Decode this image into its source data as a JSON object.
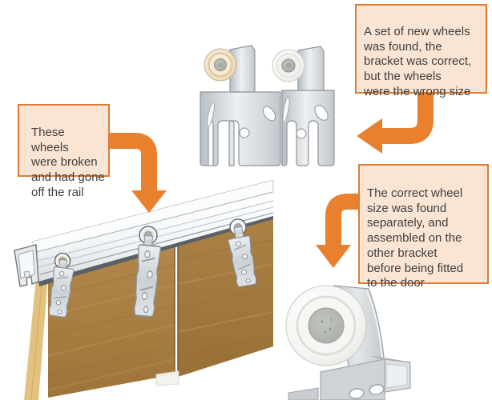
{
  "callouts": {
    "broken_wheels": {
      "text": "These wheels\nwere broken\nand had gone\noff the rail"
    },
    "wrong_size_wheels": {
      "text": "A set of new wheels\nwas found, the\nbracket was correct,\nbut the wheels\nwere the wrong size"
    },
    "correct_wheel": {
      "text": "The correct wheel\nsize was found\nseparately, and\nassembled on the\nother bracket\nbefore being fitted\nto the door"
    }
  },
  "illustrations": {
    "bracket_pair": "two roller brackets with new wheels",
    "rail_doors": "sliding rail with hangers fitted to two wooden doors",
    "wheel_closeup": "correct-size wheel assembled on the other bracket"
  },
  "colors": {
    "callout_fill": "#FAE4D3",
    "callout_border": "#DE7C35",
    "callout_text": "#3F3F3F",
    "arrow": "#E8802E",
    "wood": "#A87F45",
    "wood_light": "#D9B876",
    "metal": "#D5DADD",
    "wheel_white": "#F6F6F4",
    "wheel_cream": "#F0DFC2"
  }
}
